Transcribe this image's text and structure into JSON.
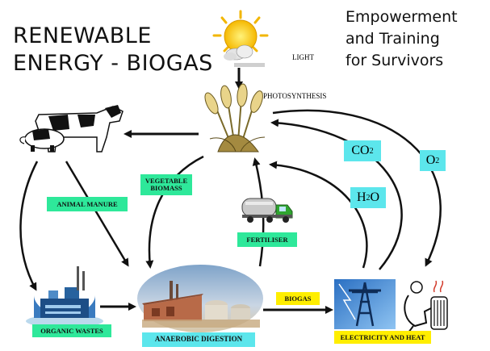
{
  "title": {
    "line1": "RENEWABLE",
    "line2": "ENERGY - BIOGAS"
  },
  "subtitle": {
    "line1": "Empowerment",
    "line2": "and Training",
    "line3": "for Survivors"
  },
  "labels": {
    "light": "LIGHT",
    "photosynthesis": "PHOTOSYNTHESIS",
    "animal_manure": "ANIMAL MANURE",
    "vegetable_biomass_line1": "VEGETABLE",
    "vegetable_biomass_line2": "BIOMASS",
    "fertiliser": "FERTILISER",
    "biogas": "BIOGAS",
    "organic_wastes": "ORGANIC WASTES",
    "anaerobic_digestion": "ANAEROBIC DIGESTION",
    "electricity_and_heat": "ELECTRICITY AND HEAT"
  },
  "chemicals": {
    "co2_base": "CO",
    "co2_sub": "2",
    "o2_base": "O",
    "o2_sub": "2",
    "h2o_base": "H",
    "h2o_sub": "2",
    "h2o_end": "O"
  },
  "colors": {
    "green_box": "#2ee89a",
    "cyan_box": "#5ce6ec",
    "yellow_box": "#ffee00",
    "arrow": "#111111"
  },
  "icons": {
    "sun": "sun-with-cloud-icon",
    "wheat": "wheat-icon",
    "animals": "cow-and-pig-icon",
    "truck": "tanker-truck-icon",
    "factory": "factory-icon",
    "digester": "digester-plant-photo",
    "tower": "power-tower-icon",
    "heater": "person-with-heater-icon"
  }
}
